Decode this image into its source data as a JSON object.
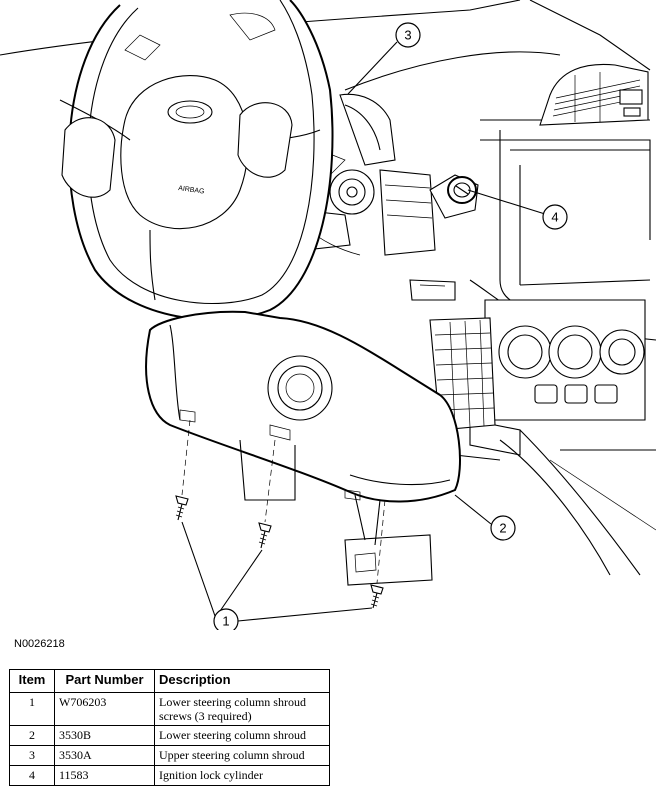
{
  "figure_id": "N0026218",
  "callouts": [
    "1",
    "2",
    "3",
    "4"
  ],
  "table": {
    "headers": [
      "Item",
      "Part Number",
      "Description"
    ],
    "rows": [
      {
        "item": "1",
        "part_number": "W706203",
        "description": "Lower steering column shroud screws (3 required)"
      },
      {
        "item": "2",
        "part_number": "3530B",
        "description": "Lower steering column shroud"
      },
      {
        "item": "3",
        "part_number": "3530A",
        "description": "Upper steering column shroud"
      },
      {
        "item": "4",
        "part_number": "11583",
        "description": "Ignition lock cylinder"
      }
    ]
  },
  "airbag_label": "AIRBAG"
}
